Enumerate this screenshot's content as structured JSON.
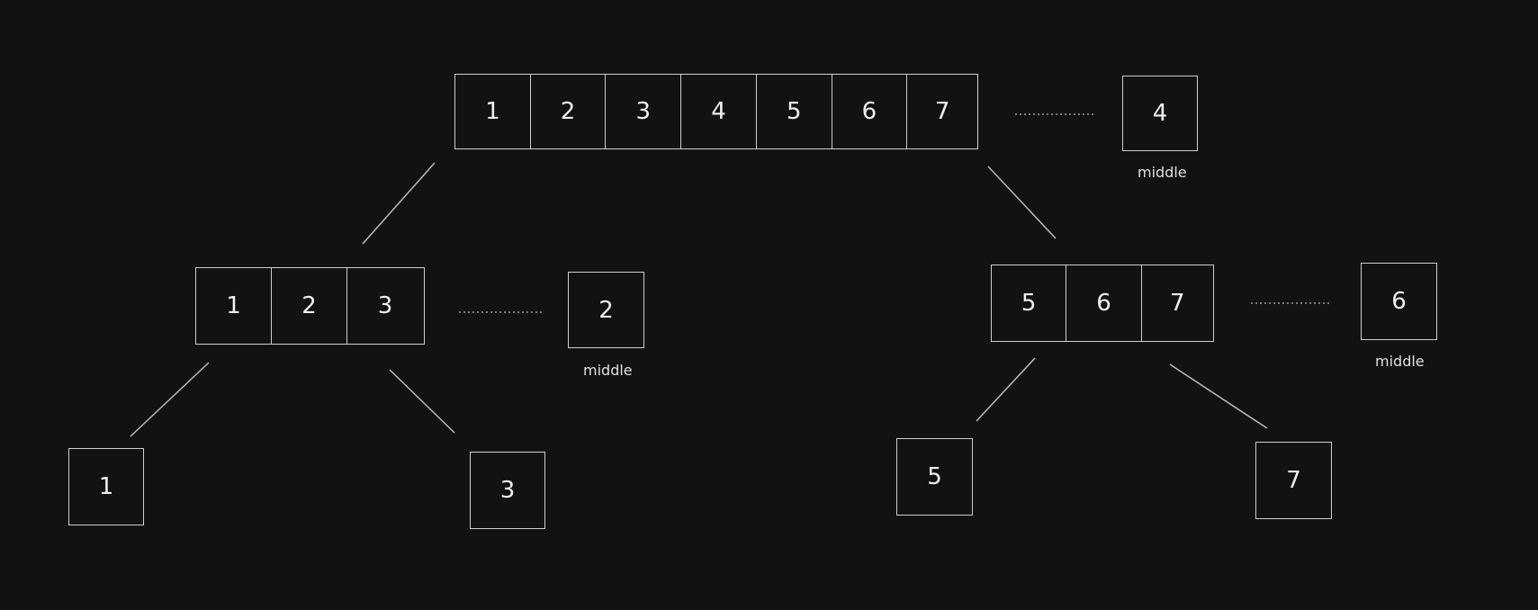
{
  "root": {
    "cells": [
      "1",
      "2",
      "3",
      "4",
      "5",
      "6",
      "7"
    ],
    "middle": "4",
    "middle_label": "middle"
  },
  "left": {
    "cells": [
      "1",
      "2",
      "3"
    ],
    "middle": "2",
    "middle_label": "middle",
    "children": [
      "1",
      "3"
    ]
  },
  "right": {
    "cells": [
      "5",
      "6",
      "7"
    ],
    "middle": "6",
    "middle_label": "middle",
    "children": [
      "5",
      "7"
    ]
  }
}
